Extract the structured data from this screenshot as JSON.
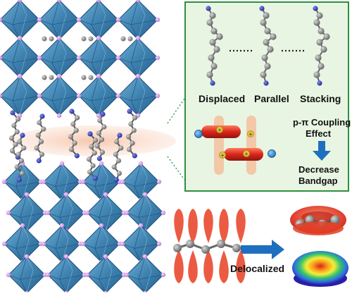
{
  "inset": {
    "stacking_labels": [
      "Displaced",
      "Parallel",
      "Stacking"
    ],
    "coupling_label_line1": "p-π Coupling",
    "coupling_label_line2": "Effect",
    "result_line1": "Decrease",
    "result_line2": "Bandgap",
    "charge_symbol": "+"
  },
  "bottom": {
    "arrow_label": "Delocalized"
  },
  "colors": {
    "octahedron": "#3f82b0",
    "octahedron_edge": "#1d4f7a",
    "halide_atom": "#d596e6",
    "carbon_atom": "#8a8a8a",
    "nitrogen_atom": "#2535a8",
    "orbital": "#e9492f",
    "inset_background": "#e8f5e3",
    "inset_border": "#2f8f3f",
    "arrow": "#1f6fbf",
    "highlight_band": "#f6cbb4"
  }
}
